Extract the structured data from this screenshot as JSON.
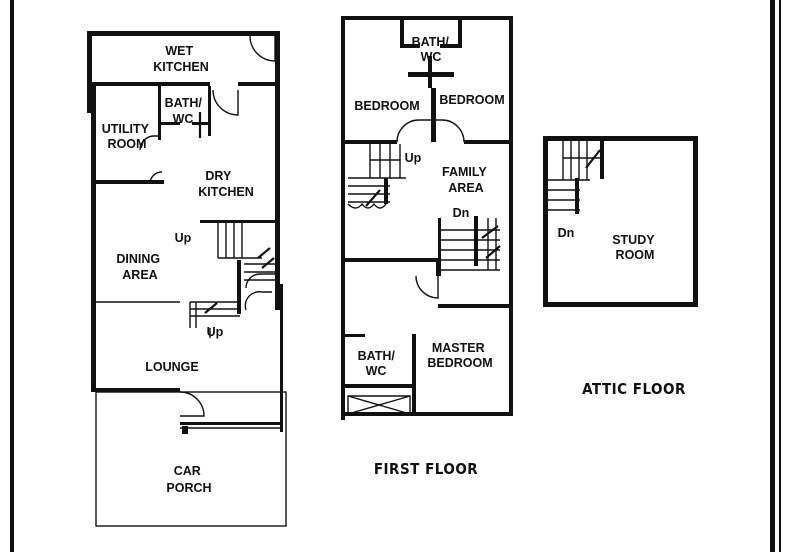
{
  "ground_floor": {
    "wet_kitchen": [
      "WET",
      "KITCHEN"
    ],
    "bath_wc": [
      "BATH/",
      "WC"
    ],
    "utility_room": [
      "UTILITY",
      "ROOM"
    ],
    "dry_kitchen": [
      "DRY",
      "KITCHEN"
    ],
    "dining_area": [
      "DINING",
      "AREA"
    ],
    "lounge": "LOUNGE",
    "car_porch": [
      "CAR",
      "PORCH"
    ],
    "stair_up_1": "Up",
    "stair_up_2": "Up"
  },
  "first_floor": {
    "title": "FIRST  FLOOR",
    "bath_wc_top": [
      "BATH/",
      "WC"
    ],
    "bedroom_left": "BEDROOM",
    "bedroom_right": "BEDROOM",
    "family_area": [
      "FAMILY",
      "AREA"
    ],
    "stair_up": "Up",
    "stair_down": "Dn",
    "bath_wc_bottom": [
      "BATH/",
      "WC"
    ],
    "master_bedroom": [
      "MASTER",
      "BEDROOM"
    ]
  },
  "attic_floor": {
    "title": "ATTIC FLOOR",
    "study_room": [
      "STUDY",
      "ROOM"
    ],
    "stair_down": "Dn"
  }
}
